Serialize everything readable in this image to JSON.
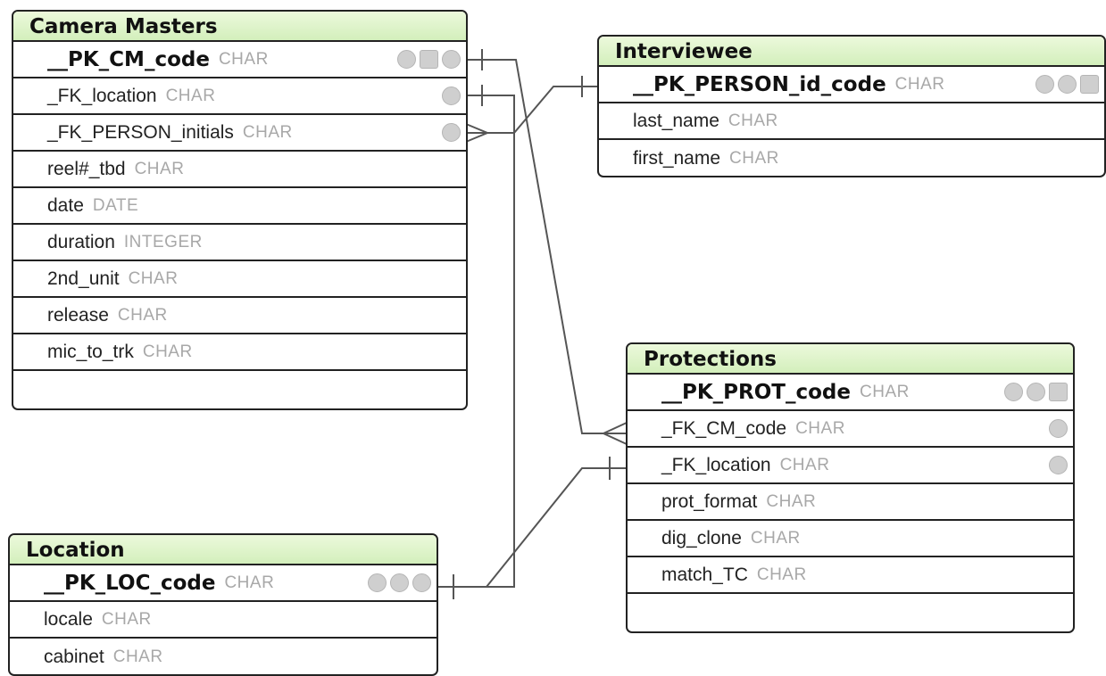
{
  "tables": {
    "camera_masters": {
      "title": "Camera Masters",
      "fields": [
        {
          "name": "__PK_CM_code",
          "type": "CHAR",
          "key": true
        },
        {
          "name": "_FK_location",
          "type": "CHAR"
        },
        {
          "name": "_FK_PERSON_initials",
          "type": "CHAR"
        },
        {
          "name": "reel#_tbd",
          "type": "CHAR"
        },
        {
          "name": "date",
          "type": "DATE"
        },
        {
          "name": "duration",
          "type": "INTEGER"
        },
        {
          "name": "2nd_unit",
          "type": "CHAR"
        },
        {
          "name": "release",
          "type": "CHAR"
        },
        {
          "name": "mic_to_trk",
          "type": "CHAR"
        }
      ]
    },
    "interviewee": {
      "title": "Interviewee",
      "fields": [
        {
          "name": "__PK_PERSON_id_code",
          "type": "CHAR",
          "key": true
        },
        {
          "name": "last_name",
          "type": "CHAR"
        },
        {
          "name": "first_name",
          "type": "CHAR"
        }
      ]
    },
    "protections": {
      "title": "Protections",
      "fields": [
        {
          "name": "__PK_PROT_code",
          "type": "CHAR",
          "key": true
        },
        {
          "name": "_FK_CM_code",
          "type": "CHAR"
        },
        {
          "name": "_FK_location",
          "type": "CHAR"
        },
        {
          "name": "prot_format",
          "type": "CHAR"
        },
        {
          "name": "dig_clone",
          "type": "CHAR"
        },
        {
          "name": "match_TC",
          "type": "CHAR"
        }
      ]
    },
    "location": {
      "title": "Location",
      "fields": [
        {
          "name": "__PK_LOC_code",
          "type": "CHAR",
          "key": true
        },
        {
          "name": "locale",
          "type": "CHAR"
        },
        {
          "name": "cabinet",
          "type": "CHAR"
        }
      ]
    }
  },
  "colors": {
    "title_bar": "#d8f0c4",
    "border": "#222222",
    "type_text": "#a8a8a8",
    "line": "#555555"
  }
}
